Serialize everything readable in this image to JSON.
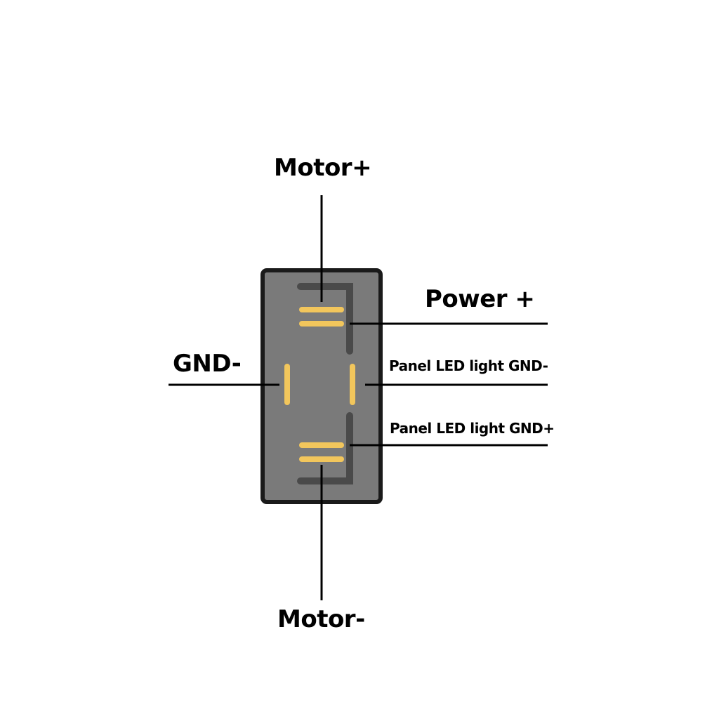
{
  "labels": {
    "motor_plus": "Motor+",
    "motor_minus": "Motor-",
    "power_plus": "Power +",
    "gnd_minus": "GND-",
    "panel_led_gnd_minus": "Panel LED light GND-",
    "panel_led_gnd_plus": "Panel LED light GND+"
  },
  "colors": {
    "switch_body": "#7a7a7a",
    "switch_border": "#1a1a1a",
    "terminal": "#f2c65c",
    "internal_trace": "#4a4a4a",
    "wire": "#000000"
  }
}
